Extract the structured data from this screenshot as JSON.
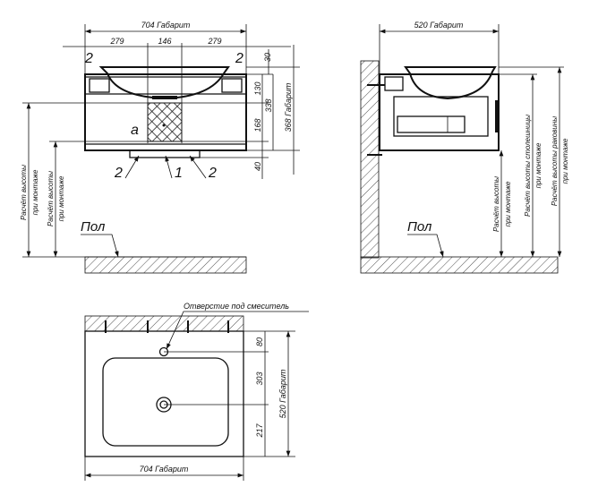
{
  "front_view": {
    "overall_width": "704 Габарит",
    "segments": [
      "279",
      "146",
      "279"
    ],
    "right_dims": [
      "30",
      "130",
      "338",
      "168",
      "40"
    ],
    "overall_height": "368 Габарит",
    "callouts": [
      "2",
      "2",
      "2",
      "1",
      "2"
    ],
    "detail_label": "a",
    "height_label_1": [
      "Расчёт высоты",
      "при монтаже"
    ],
    "height_label_2": [
      "Расчёт высоты",
      "при монтаже"
    ],
    "floor_label": "Пол"
  },
  "side_view": {
    "overall_depth": "520 Габарит",
    "height_label_1": [
      "Расчёт высоты",
      "при монтаже"
    ],
    "height_label_2": [
      "Расчёт высоты столешницы",
      "при монтаже"
    ],
    "height_label_3": [
      "Расчёт высоты раковины",
      "при монтаже"
    ],
    "floor_label": "Пол"
  },
  "top_view": {
    "mixer_hole_label": "Отверстие под смеситель",
    "right_dims": [
      "80",
      "303",
      "217"
    ],
    "overall_depth": "520 Габарит",
    "overall_width": "704 Габарит"
  }
}
